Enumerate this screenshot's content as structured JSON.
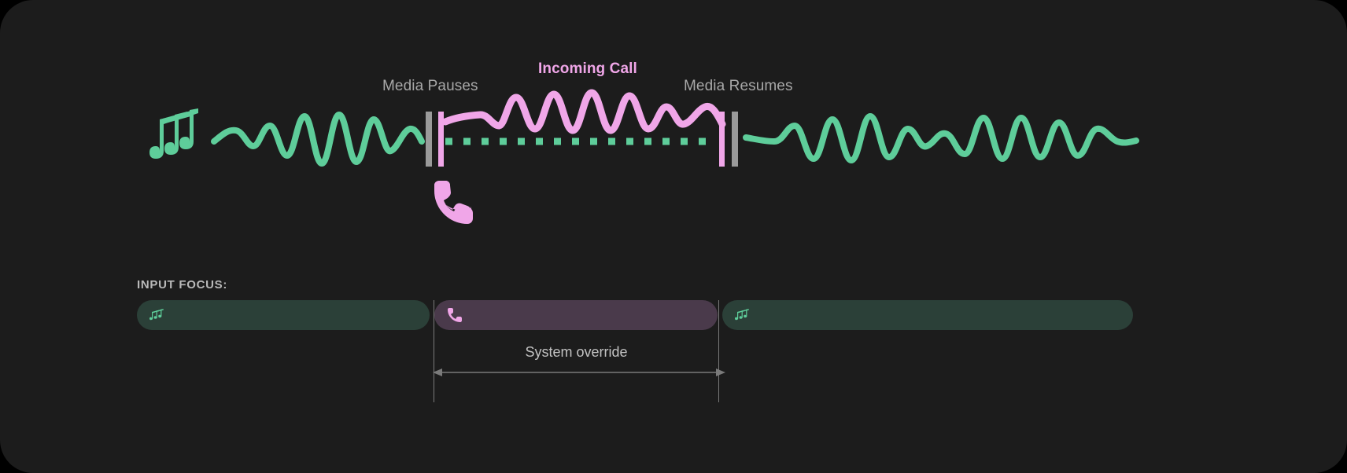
{
  "card": {
    "background": "#1c1c1c",
    "page_background": "#000000"
  },
  "colors": {
    "media_green": "#5ecd9a",
    "call_pink": "#f0a6e8",
    "marker_gray": "#9a9a9a",
    "label_gray": "#a8a8a8",
    "track_green_bg": "#2b4038",
    "track_pink_bg": "#4a3a4b",
    "guide_line": "#7a7a7a"
  },
  "timeline": {
    "labels": {
      "media_pauses": "Media Pauses",
      "incoming_call": "Incoming Call",
      "media_resumes": "Media Resumes"
    },
    "icons": {
      "music": "music-notes-icon",
      "phone": "phone-icon"
    }
  },
  "focus": {
    "title": "INPUT FOCUS:",
    "tracks": [
      {
        "name": "media-left",
        "icon": "music-notes-icon",
        "state": "media"
      },
      {
        "name": "call",
        "icon": "phone-icon",
        "state": "call"
      },
      {
        "name": "media-right",
        "icon": "music-notes-icon",
        "state": "media"
      }
    ],
    "override_label": "System override"
  },
  "chart_data": {
    "type": "line",
    "title": "Incoming Call",
    "xlabel": "",
    "ylabel": "",
    "annotations": [
      "Media Pauses",
      "Incoming Call",
      "Media Resumes",
      "System override"
    ],
    "series": [
      {
        "name": "Media audio (before pause)",
        "color": "#5ecd9a",
        "x_range": [
          272,
          536
        ],
        "description": "green oscillating media waveform, amplitude rising then falling"
      },
      {
        "name": "Media muted (dotted)",
        "color": "#5ecd9a",
        "x_range": [
          566,
          910
        ],
        "description": "dashed green baseline indicating media is paused"
      },
      {
        "name": "Call audio",
        "color": "#f0a6e8",
        "x_range": [
          566,
          918
        ],
        "description": "pink high amplitude call waveform during override"
      },
      {
        "name": "Media audio (after resume)",
        "color": "#5ecd9a",
        "x_range": [
          948,
          1444
        ],
        "description": "green oscillating media waveform resumes"
      }
    ],
    "markers": [
      {
        "label": "Media Pauses",
        "x": 548,
        "colors": [
          "#9a9a9a",
          "#f0a6e8"
        ]
      },
      {
        "label": "Media Resumes",
        "x": 918,
        "colors": [
          "#f0a6e8",
          "#9a9a9a"
        ]
      }
    ]
  }
}
